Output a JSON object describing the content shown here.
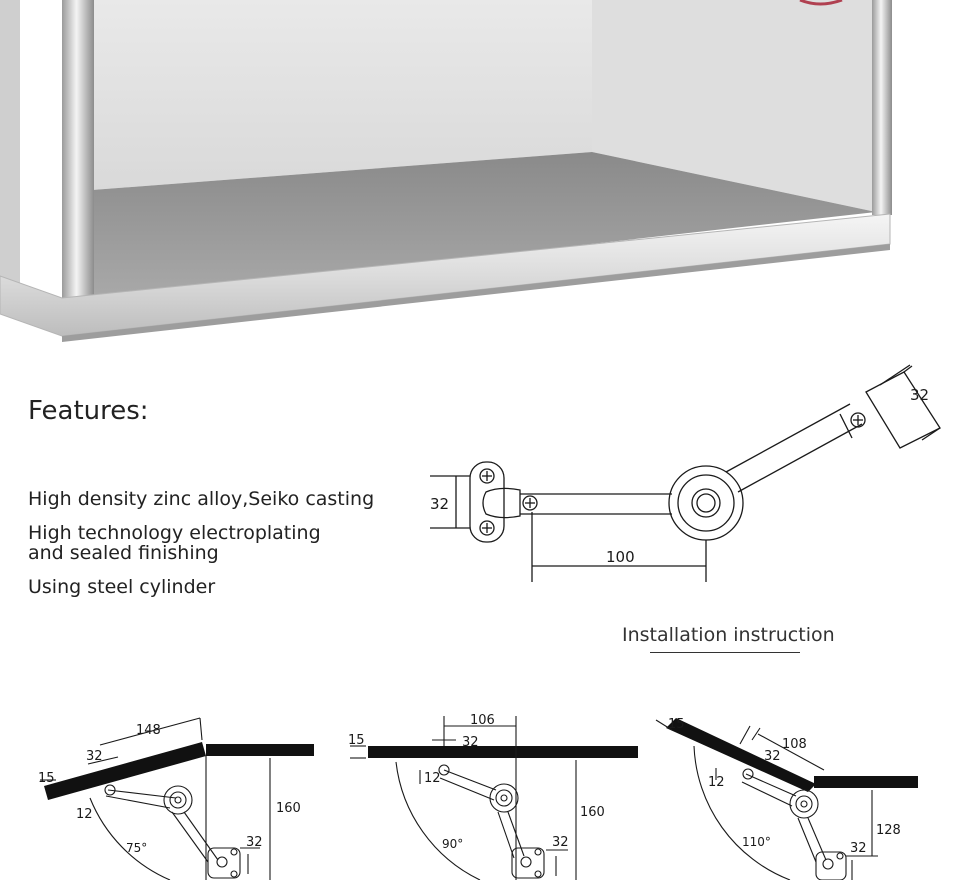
{
  "features": {
    "title": "Features:",
    "items": [
      "High density zinc alloy,Seiko casting",
      "High technology electroplating",
      "and sealed finishing",
      "Using steel cylinder"
    ]
  },
  "main_diagram": {
    "dim_mount": "32",
    "dim_arm": "100",
    "dim_door": "32"
  },
  "installation": {
    "title": "Installation instruction"
  },
  "diagrams": [
    {
      "angle": "75°",
      "thickness": "15",
      "offset": "12",
      "door_pos": "32",
      "width": "148",
      "height": "160",
      "mount": "32"
    },
    {
      "angle": "90°",
      "thickness": "15",
      "offset": "12",
      "door_pos": "32",
      "width": "106",
      "height": "160",
      "mount": "32"
    },
    {
      "angle": "110°",
      "thickness": "15",
      "offset": "12",
      "door_pos": "32",
      "width": "108",
      "height": "128",
      "mount": "32"
    }
  ],
  "colors": {
    "line": "#1a1a1a",
    "board": "#111111",
    "cabinet_light": "#ececec",
    "cabinet_floor": "#9a9a9a"
  }
}
